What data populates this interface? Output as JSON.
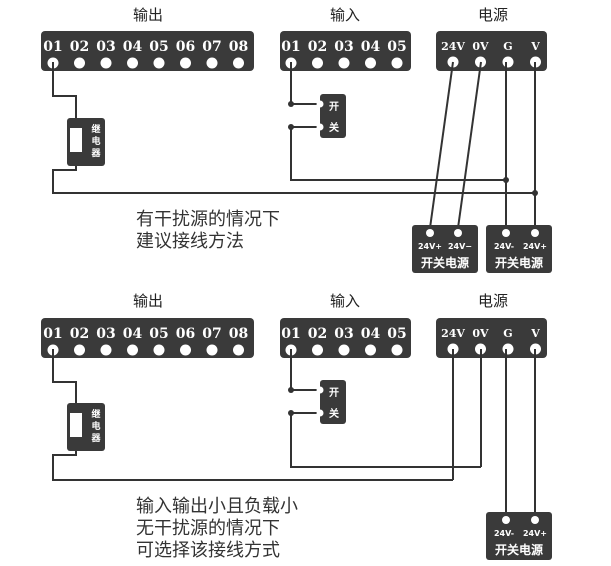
{
  "top": {
    "headers": {
      "output": "输出",
      "input": "输入",
      "power": "电源"
    },
    "output_terminals": [
      "01",
      "02",
      "03",
      "04",
      "05",
      "06",
      "07",
      "08"
    ],
    "input_terminals": [
      "01",
      "02",
      "03",
      "04",
      "05"
    ],
    "power_terminals": [
      "24V",
      "0V",
      "G",
      "V"
    ],
    "relay_label": [
      "继",
      "电",
      "器"
    ],
    "switch_label": [
      "开",
      "关"
    ],
    "supply_box_a": {
      "pins": [
        "24V+",
        "24V−"
      ],
      "label": "开关电源"
    },
    "supply_box_b": {
      "pins": [
        "24V-",
        "24V+"
      ],
      "label": "开关电源"
    },
    "note": [
      "有干扰源的情况下",
      "建议接线方法"
    ]
  },
  "bottom": {
    "headers": {
      "output": "输出",
      "input": "输入",
      "power": "电源"
    },
    "output_terminals": [
      "01",
      "02",
      "03",
      "04",
      "05",
      "06",
      "07",
      "08"
    ],
    "input_terminals": [
      "01",
      "02",
      "03",
      "04",
      "05"
    ],
    "power_terminals": [
      "24V",
      "0V",
      "G",
      "V"
    ],
    "relay_label": [
      "继",
      "电",
      "器"
    ],
    "switch_label": [
      "开",
      "关"
    ],
    "supply_box": {
      "pins": [
        "24V-",
        "24V+"
      ],
      "label": "开关电源"
    },
    "note": [
      "输入输出小且负载小",
      "无干扰源的情况下",
      "可选择该接线方式"
    ]
  }
}
